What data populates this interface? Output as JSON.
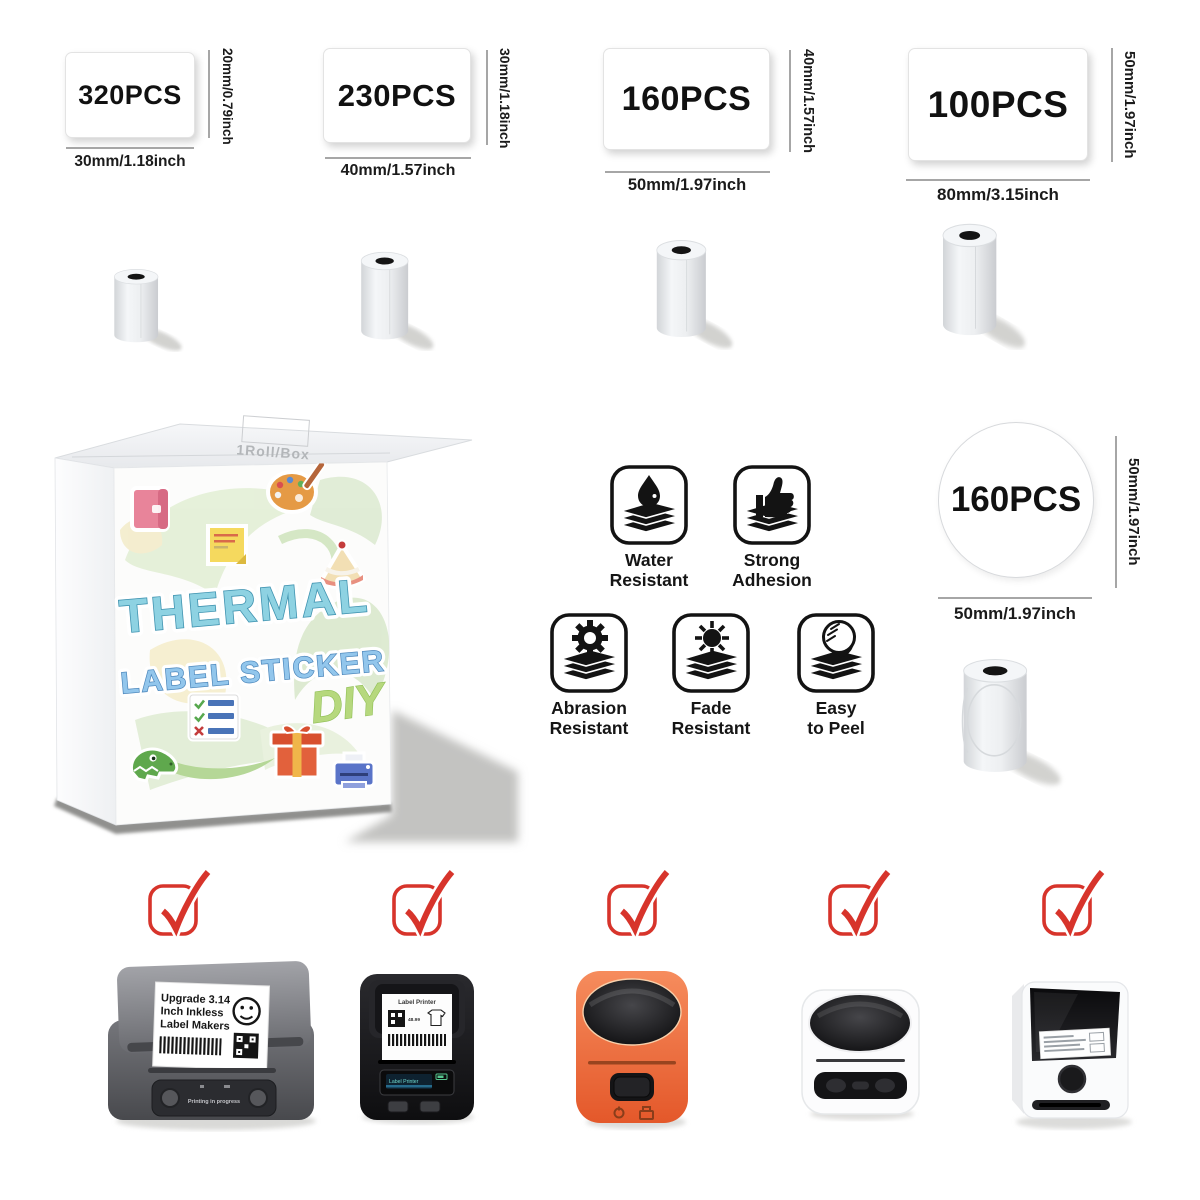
{
  "sizes": [
    {
      "pcs": "320PCS",
      "w": "30mm/1.18inch",
      "h": "20mm/0.79inch"
    },
    {
      "pcs": "230PCS",
      "w": "40mm/1.57inch",
      "h": "30mm/1.18inch"
    },
    {
      "pcs": "160PCS",
      "w": "50mm/1.97inch",
      "h": "40mm/1.57inch"
    },
    {
      "pcs": "100PCS",
      "w": "80mm/3.15inch",
      "h": "50mm/1.97inch"
    }
  ],
  "round_label": {
    "pcs": "160PCS",
    "w": "50mm/1.97inch",
    "h": "50mm/1.97inch"
  },
  "box": {
    "lid_text": "1Roll/Box",
    "title1": "THERMAL",
    "title2": "LABEL STICKER",
    "title3": "DIY"
  },
  "features": [
    {
      "line1": "Water",
      "line2": "Resistant"
    },
    {
      "line1": "Strong",
      "line2": "Adhesion"
    },
    {
      "line1": "Abrasion",
      "line2": "Resistant"
    },
    {
      "line1": "Fade",
      "line2": "Resistant"
    },
    {
      "line1": "Easy",
      "line2": "to Peel"
    }
  ],
  "printers": {
    "gray": {
      "label_line1": "Upgrade 3.14",
      "label_line2": "Inch Inkless",
      "label_line3": "Label Makers",
      "panel_text": "Printing in progress"
    },
    "black": {
      "label_title": "Label Printer",
      "label_price": "48.99",
      "screen_text": "Label Printer"
    }
  },
  "colors": {
    "check_red": "#d7342b",
    "printer_orange": "#e9612f",
    "title_teal": "#8ed2e2",
    "title_blue": "#92c6ec",
    "diy_green": "#b6d87d"
  }
}
